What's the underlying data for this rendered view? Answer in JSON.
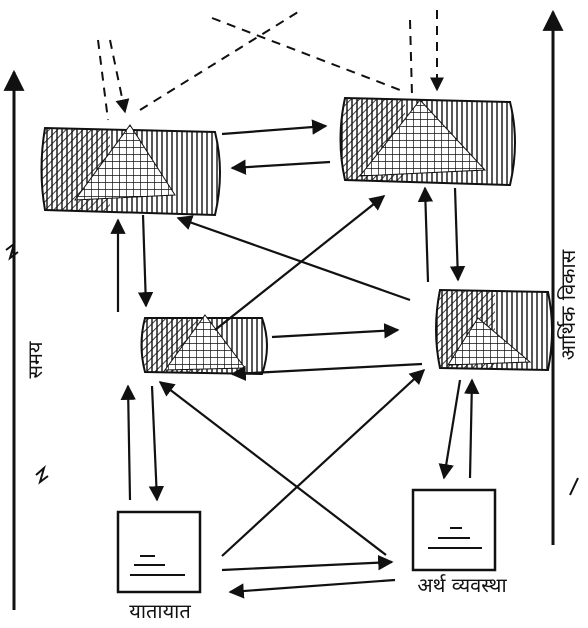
{
  "labels": {
    "bottom_left": "यातायात",
    "bottom_right": "अर्थ व्यवस्था",
    "left_axis": "समय",
    "right_axis": "आर्थिक विकास"
  }
}
